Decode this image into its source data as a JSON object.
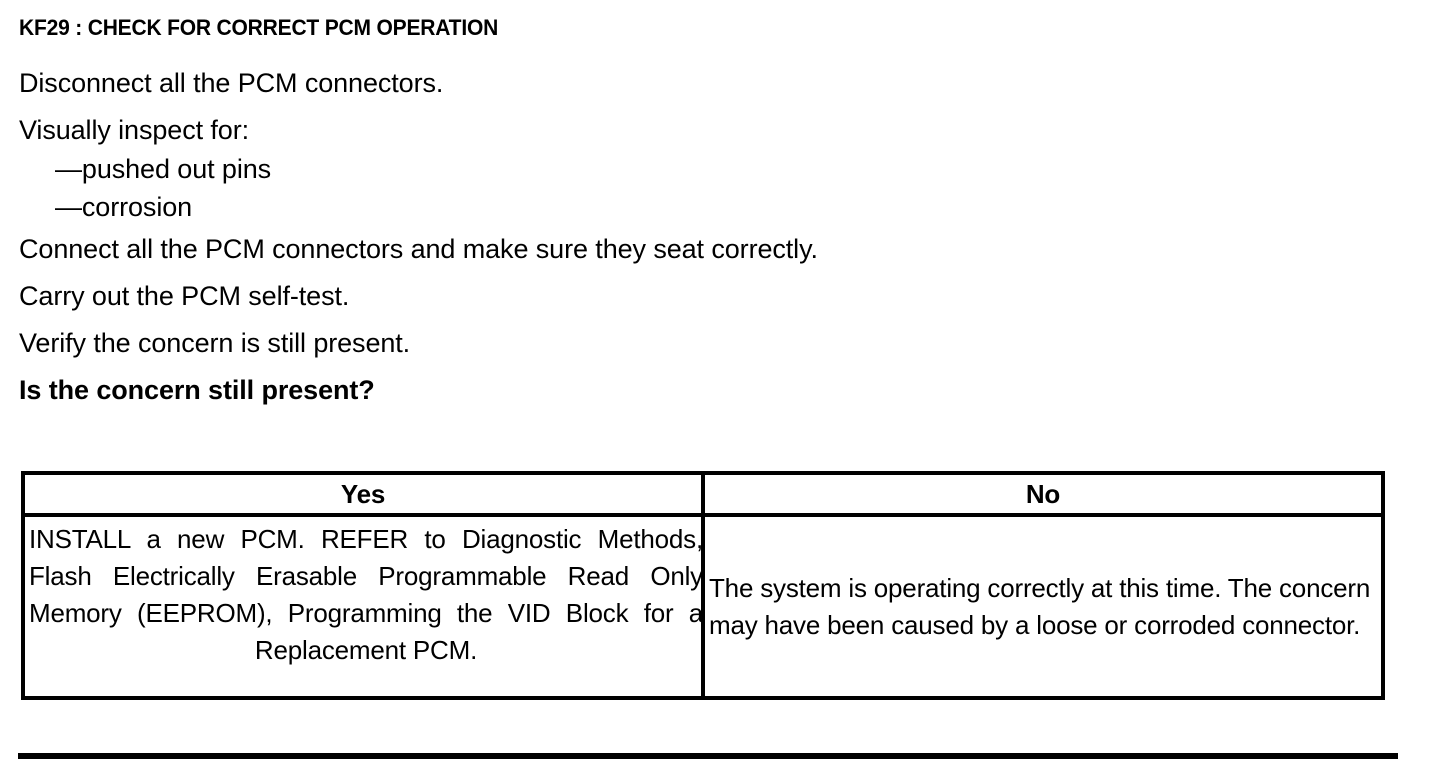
{
  "document": {
    "step_title": "KF29 : CHECK FOR CORRECT PCM OPERATION",
    "procedure": [
      "Disconnect all the PCM connectors.",
      "Visually inspect for:"
    ],
    "inspect_items": [
      "—pushed out pins",
      "—corrosion"
    ],
    "procedure_cont": [
      "Connect all the PCM connectors and make sure they seat correctly.",
      "Carry out the PCM self-test.",
      "Verify the concern is still present."
    ],
    "question": "Is the concern still present?",
    "decision_table": {
      "headers": [
        "Yes",
        "No"
      ],
      "cells": [
        "INSTALL a new PCM. REFER to Diagnostic Methods, Flash Electrically Erasable Programmable Read Only Memory (EEPROM), Programming the VID Block for a Replacement PCM.",
        "The system is operating correctly at this time. The concern may have been caused by a loose or corroded connector."
      ]
    },
    "colors": {
      "text": "#000000",
      "background": "#ffffff",
      "rule": "#000000"
    }
  }
}
